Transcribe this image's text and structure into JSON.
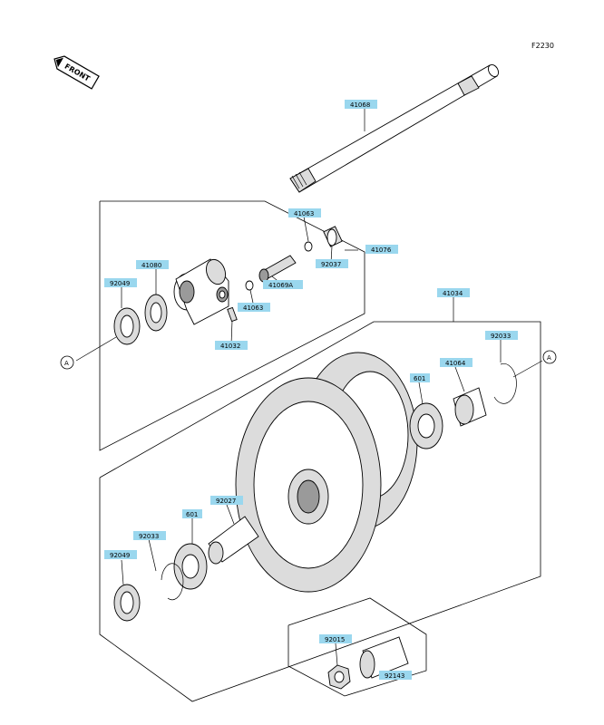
{
  "figure_code": "F2230",
  "direction_label": "FRONT",
  "ref_marker": "A",
  "parts": [
    {
      "id": "p41068",
      "code": "41068"
    },
    {
      "id": "p41063a",
      "code": "41063"
    },
    {
      "id": "p41076",
      "code": "41076"
    },
    {
      "id": "p41080",
      "code": "41080"
    },
    {
      "id": "p92049a",
      "code": "92049"
    },
    {
      "id": "p92037",
      "code": "92037"
    },
    {
      "id": "p41069A",
      "code": "41069A"
    },
    {
      "id": "p41063b",
      "code": "41063"
    },
    {
      "id": "p41032",
      "code": "41032"
    },
    {
      "id": "p41034",
      "code": "41034"
    },
    {
      "id": "p92033a",
      "code": "92033"
    },
    {
      "id": "p41064",
      "code": "41064"
    },
    {
      "id": "p601a",
      "code": "601"
    },
    {
      "id": "p92027",
      "code": "92027"
    },
    {
      "id": "p601b",
      "code": "601"
    },
    {
      "id": "p92033b",
      "code": "92033"
    },
    {
      "id": "p92049b",
      "code": "92049"
    },
    {
      "id": "p92015",
      "code": "92015"
    },
    {
      "id": "p92143",
      "code": "92143"
    }
  ]
}
